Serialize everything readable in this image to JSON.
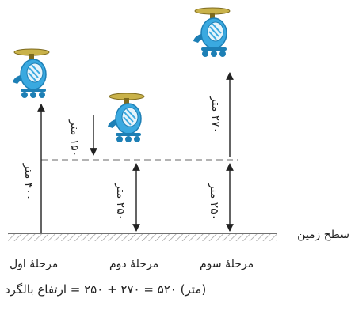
{
  "ground_label": "سطح زمین",
  "stages": [
    {
      "name": "مرحلهٔ اول"
    },
    {
      "name": "مرحلهٔ دوم"
    },
    {
      "name": "مرحلهٔ سوم"
    }
  ],
  "measurements": {
    "stage1_height": "۴۰۰ متر",
    "stage2_drop": "۱۵۰ متر",
    "stage2_height": "۲۵۰ متر",
    "stage3_height": "۲۵۰ متر",
    "stage3_rise": "۲۷۰ متر"
  },
  "formula": "(متر) ۵۲۰ = ۲۷۰ + ۲۵۰ = ارتفاع بالگرد",
  "colors": {
    "helicopter_body": "#3aa9e0",
    "helicopter_body_dark": "#1d7fb5",
    "window": "#e6f4fb",
    "rotor": "#c9b24a",
    "rotor_dark": "#7d6a1e",
    "ground_hatch": "#9a9a9a",
    "dashed_line": "#9a9a9a",
    "arrow": "#222222"
  },
  "icons": [
    "helicopter-icon",
    "helicopter-icon",
    "helicopter-icon"
  ]
}
